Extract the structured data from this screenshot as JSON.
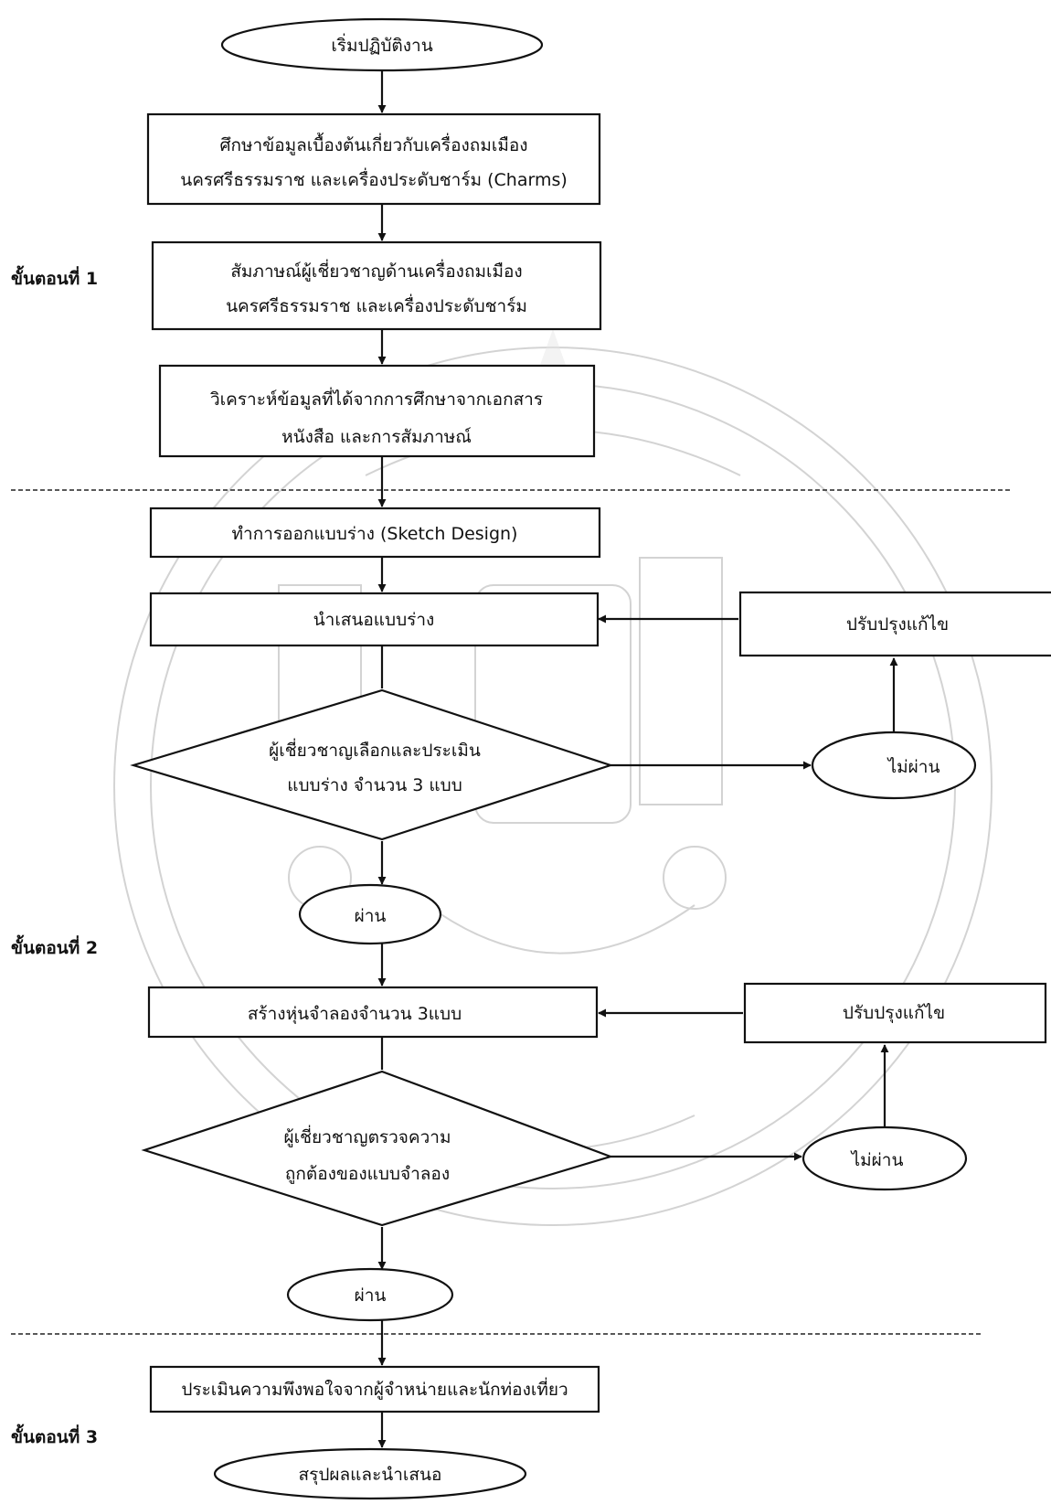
{
  "stages": {
    "s1": "ขั้นตอนที่ 1",
    "s2": "ขั้นตอนที่ 2",
    "s3": "ขั้นตอนที่ 3"
  },
  "nodes": {
    "start": "เริ่มปฏิบัติงาน",
    "study": [
      "ศึกษาข้อมูลเบื้องต้นเกี่ยวกับเครื่องถมเมือง",
      "นครศรีธรรมราช และเครื่องประดับชาร์ม (Charms)"
    ],
    "interview": [
      "สัมภาษณ์ผู้เชี่ยวชาญด้านเครื่องถมเมือง",
      "นครศรีธรรมราช และเครื่องประดับชาร์ม"
    ],
    "analyze": [
      "วิเคราะห์ข้อมูลที่ได้จากการศึกษาจากเอกสาร",
      "หนังสือ และการสัมภาษณ์"
    ],
    "sketch": "ทำการออกแบบร่าง (Sketch Design)",
    "present_sketch": "นำเสนอแบบร่าง",
    "revise1": "ปรับปรุงแก้ไข",
    "decision1": [
      "ผู้เชี่ยวชาญเลือกและประเมิน",
      "แบบร่าง จำนวน 3 แบบ"
    ],
    "fail1": "ไม่ผ่าน",
    "pass1": "ผ่าน",
    "model": "สร้างหุ่นจำลองจำนวน 3แบบ",
    "revise2": "ปรับปรุงแก้ไข",
    "decision2": [
      "ผู้เชี่ยวชาญตรวจความ",
      "ถูกต้องของแบบจำลอง"
    ],
    "fail2": "ไม่ผ่าน",
    "pass2": "ผ่าน",
    "evaluate": "ประเมินความพึงพอใจจากผู้จำหน่ายและนักท่องเที่ยว",
    "conclude": "สรุปผลและนำเสนอ"
  },
  "colors": {
    "ink": "#111111",
    "watermark": "#cfcfcf"
  }
}
